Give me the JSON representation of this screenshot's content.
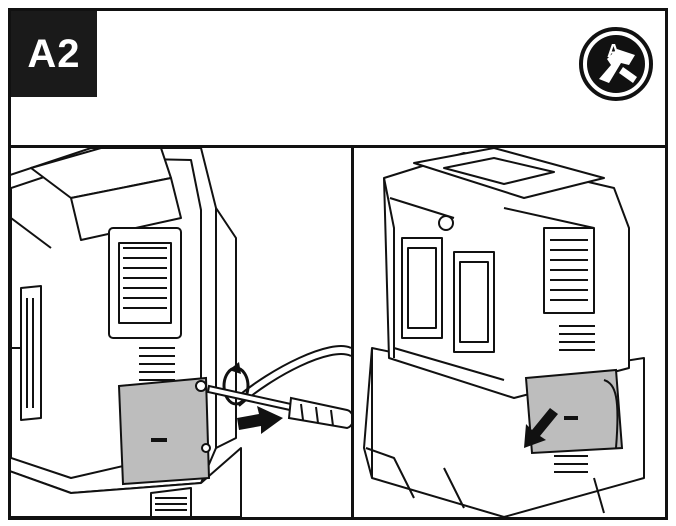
{
  "step": {
    "label": "A2"
  },
  "badge": {
    "icon": "screwdriver-badge-icon",
    "letter": "A"
  },
  "panels": [
    {
      "name": "remove-screw-panel",
      "icon": "screwdriver-icon",
      "action_icon": "rotate-arrow-icon"
    },
    {
      "name": "remove-cover-panel",
      "action_icon": "pull-arrow-icon"
    }
  ],
  "colors": {
    "line": "#111111",
    "fill": "#ffffff",
    "highlight": "#bdbdbd",
    "label_bg": "#1a1a1a"
  }
}
